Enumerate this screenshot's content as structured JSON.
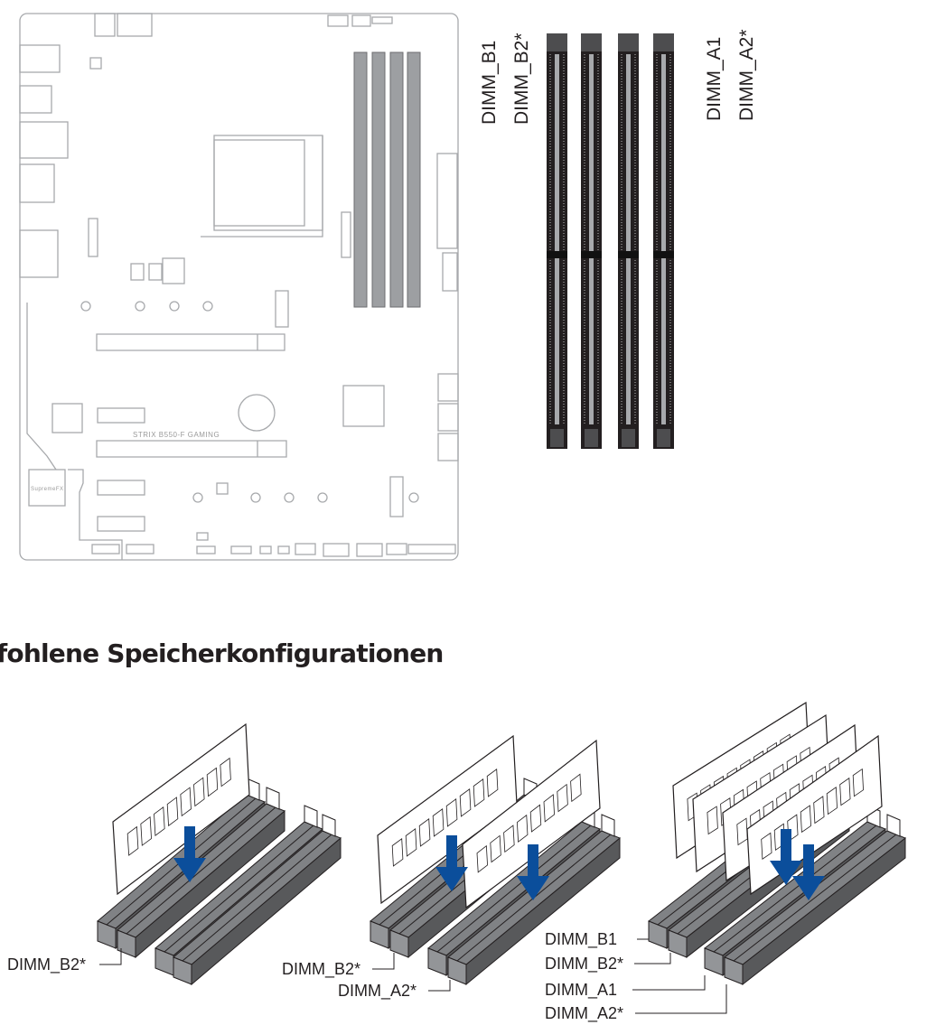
{
  "board": {
    "model": "STRIX B550-F GAMING",
    "audio_chip": "SupremeFX",
    "dimm_slot_count": 4
  },
  "slot_labels": {
    "b1": "DIMM_B1",
    "b2": "DIMM_B2*",
    "a1": "DIMM_A1",
    "a2": "DIMM_A2*"
  },
  "heading": "fohlene Speicherkonfigurationen",
  "configs": [
    {
      "name": "one-module",
      "labels": [
        "DIMM_B2*"
      ]
    },
    {
      "name": "two-modules",
      "labels": [
        "DIMM_B2*",
        "DIMM_A2*"
      ]
    },
    {
      "name": "four-modules",
      "labels": [
        "DIMM_B1",
        "DIMM_B2*",
        "DIMM_A1",
        "DIMM_A2*"
      ]
    }
  ],
  "colors": {
    "arrow": "#0b4e9b",
    "slot": "#6d6e70",
    "board_line": "#a7a9ac",
    "dimm_dark": "#231f20"
  }
}
